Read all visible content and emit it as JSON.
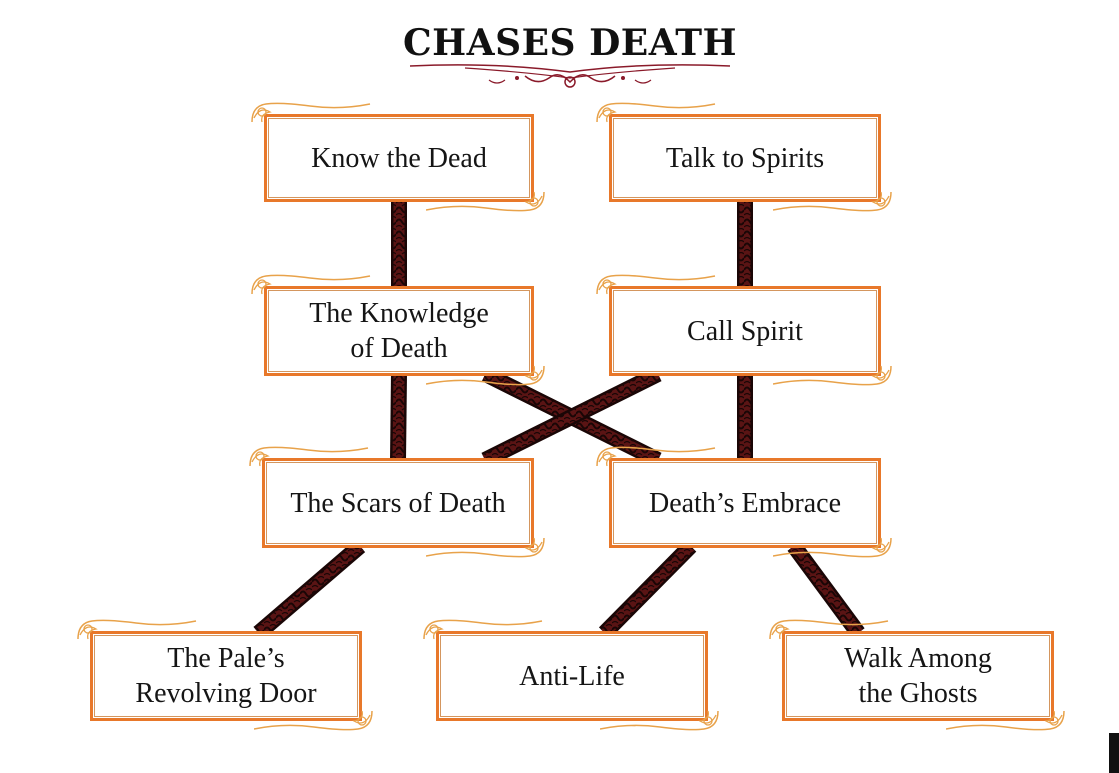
{
  "title": "CHASES DEATH",
  "colors": {
    "box_border": "#e8782a",
    "link_fill": "#5a1414",
    "link_pattern": "#1a0606",
    "ornament": "#8a1a2a"
  },
  "nodes": [
    {
      "id": "know-the-dead",
      "lines": [
        "Know the Dead"
      ]
    },
    {
      "id": "talk-to-spirits",
      "lines": [
        "Talk to Spirits"
      ]
    },
    {
      "id": "knowledge-of-death",
      "lines": [
        "The Knowledge",
        "of Death"
      ]
    },
    {
      "id": "call-spirit",
      "lines": [
        "Call Spirit"
      ]
    },
    {
      "id": "scars-of-death",
      "lines": [
        "The Scars of Death"
      ]
    },
    {
      "id": "deaths-embrace",
      "lines": [
        "Death’s Embrace"
      ]
    },
    {
      "id": "pales-revolving-door",
      "lines": [
        "The Pale’s",
        "Revolving Door"
      ]
    },
    {
      "id": "anti-life",
      "lines": [
        "Anti-Life"
      ]
    },
    {
      "id": "walk-among-ghosts",
      "lines": [
        "Walk Among",
        "the Ghosts"
      ]
    }
  ],
  "edges": [
    {
      "from": "know-the-dead",
      "to": "knowledge-of-death"
    },
    {
      "from": "talk-to-spirits",
      "to": "call-spirit"
    },
    {
      "from": "knowledge-of-death",
      "to": "scars-of-death"
    },
    {
      "from": "call-spirit",
      "to": "deaths-embrace"
    },
    {
      "from": "knowledge-of-death",
      "to": "deaths-embrace"
    },
    {
      "from": "call-spirit",
      "to": "scars-of-death"
    },
    {
      "from": "scars-of-death",
      "to": "pales-revolving-door"
    },
    {
      "from": "deaths-embrace",
      "to": "anti-life"
    },
    {
      "from": "deaths-embrace",
      "to": "walk-among-ghosts"
    }
  ]
}
